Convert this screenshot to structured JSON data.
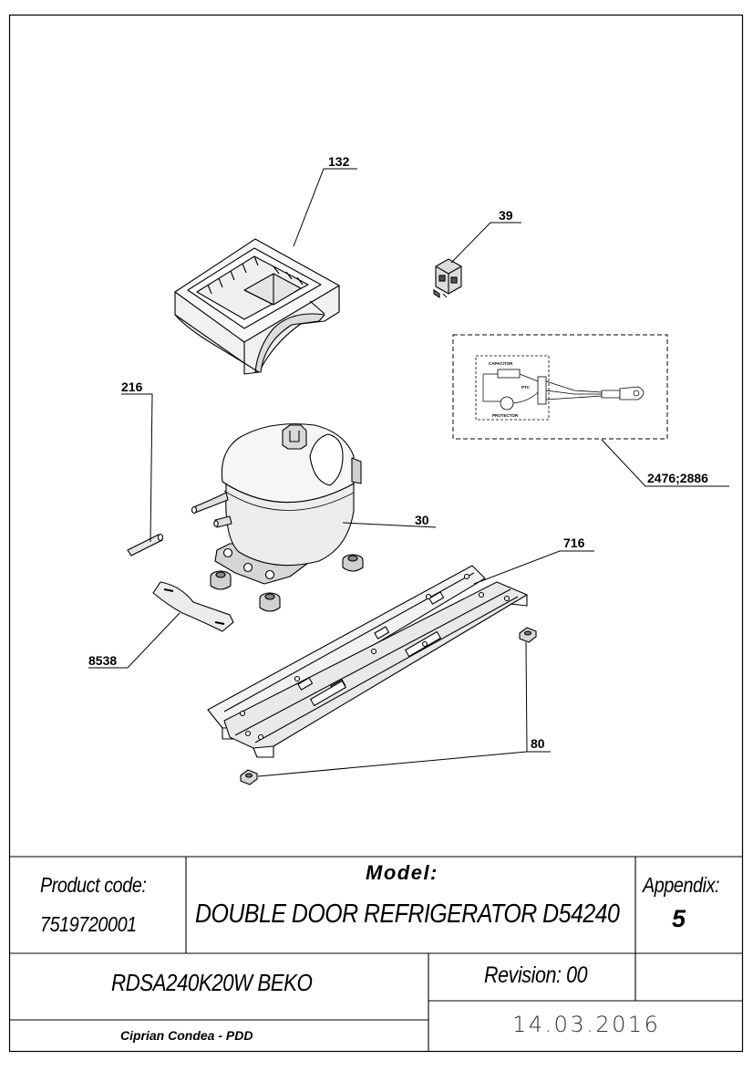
{
  "callouts": [
    {
      "id": "p132",
      "label": "132"
    },
    {
      "id": "p39",
      "label": "39"
    },
    {
      "id": "p216",
      "label": "216"
    },
    {
      "id": "p30",
      "label": "30"
    },
    {
      "id": "p2476",
      "label": "2476;2886"
    },
    {
      "id": "p716",
      "label": "716"
    },
    {
      "id": "p8538",
      "label": "8538"
    },
    {
      "id": "p80",
      "label": "80"
    }
  ],
  "wiring_diagram": {
    "capacitor_label": "CAPACITOR",
    "ptc_label": "PTC",
    "protector_label": "PROTECTOR"
  },
  "title_block": {
    "product_code_label": "Product code:",
    "product_code": "7519720001",
    "model_label": "Model:",
    "model": "DOUBLE DOOR REFRIGERATOR D54240",
    "appendix_label": "Appendix:",
    "appendix": "5",
    "product_name": "RDSA240K20W BEKO",
    "revision": "Revision: 00",
    "date": "14.03.2016",
    "author": "Ciprian Condea - PDD"
  }
}
